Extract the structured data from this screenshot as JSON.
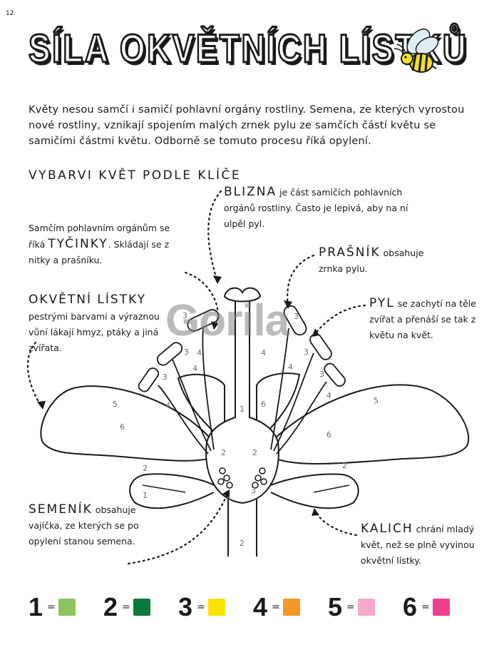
{
  "page_number": "12",
  "title": "SÍLA OKVĚTNÍCH LÍSTKŮ",
  "intro_text": "Květy nesou samčí i samičí pohlavní orgány rostliny. Semena, ze kterých vyrostou nové rostliny, vznikají spojením malých zrnek pylu ze samčích částí květu se samičími částmi květu. Odborně se tomuto procesu říká opylení.",
  "subheading": "VYBARVI KVĚT PODLE KLÍČE",
  "notes": {
    "blizna": {
      "term": "BLIZNA",
      "text": " je část samičích pohlavních orgánů rostliny. Často je lepivá, aby na ní ulpěl pyl."
    },
    "tycinky": {
      "before": "Samčím pohlavním orgánům se říká ",
      "term": "TYČINKY",
      "after": ". Skládají se z nitky a prašníku."
    },
    "prasnik": {
      "term": "PRAŠNÍK",
      "text": " obsahuje zrnka pylu."
    },
    "pyl": {
      "term": "PYL",
      "text": " se zachytí na těle zvířat a přenáší se tak z květu na květ."
    },
    "okvetni": {
      "term": "OKVĚTNÍ LÍSTKY",
      "text": "pestrými barvami a výraznou vůní lákají hmyz, ptáky a jiná zvířata."
    },
    "semenik": {
      "term": "SEMENÍK",
      "text": " obsahuje vajíčka, ze kterých se po opylení stanou semena."
    },
    "kalich": {
      "term": "KALICH",
      "text": " chrání mladý květ, než se plně vyvinou okvětní lístky."
    }
  },
  "watermark": "Gorila",
  "diagram_labels": [
    "1",
    "2",
    "2",
    "2",
    "2",
    "2",
    "3",
    "3",
    "3",
    "3",
    "3",
    "3",
    "3",
    "4",
    "4",
    "4",
    "4",
    "4",
    "4",
    "5",
    "5",
    "6",
    "6",
    "6",
    "1"
  ],
  "icons": {
    "bee": "bee-icon"
  },
  "color_key": [
    {
      "number": "1",
      "color": "#8cc45e"
    },
    {
      "number": "2",
      "color": "#0a7a3c"
    },
    {
      "number": "3",
      "color": "#ffe100"
    },
    {
      "number": "4",
      "color": "#f7962a"
    },
    {
      "number": "5",
      "color": "#f7a8c8"
    },
    {
      "number": "6",
      "color": "#ee3e8e"
    }
  ],
  "key_equals": "="
}
